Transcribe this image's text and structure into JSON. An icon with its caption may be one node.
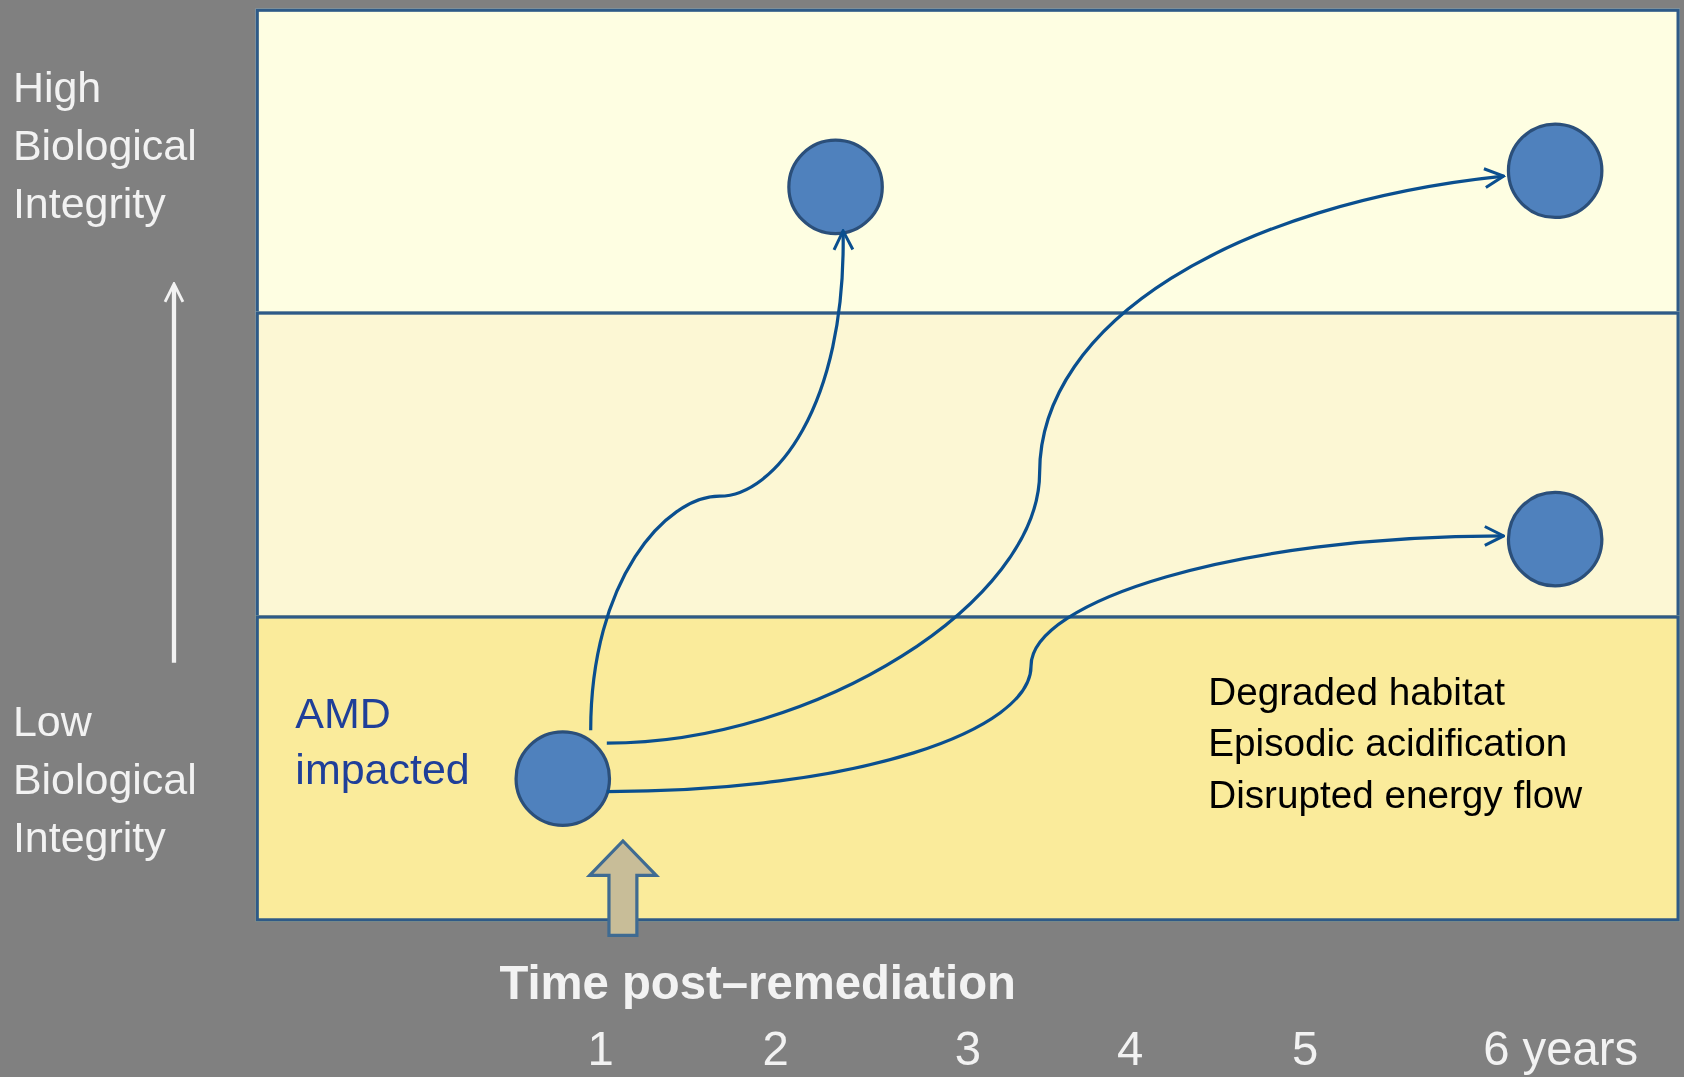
{
  "diagram": {
    "nodes": [
      {
        "text": [],
        "shape": "box"
      },
      {
        "text": [],
        "shape": "circle",
        "in": 0
      },
      {
        "text": [],
        "shape": "circle",
        "in": 0
      },
      {
        "text": [],
        "shape": "box"
      },
      {
        "text": [],
        "shape": "circle",
        "in": 3
      },
      {
        "text": [
          "Degraded habitat Episodic acidification Disrupted energy flow"
        ]
      },
      {
        "text": [],
        "shape": "circle",
        "in": 5,
        "beside": [
          "AMD impacted"
        ]
      }
    ],
    "edges": [
      {
        "from": 6,
        "to": 1,
        "arrow": "to"
      },
      {
        "from": 6,
        "to": 2,
        "arrow": "to"
      },
      {
        "from": 6,
        "to": 4,
        "arrow": "to"
      }
    ],
    "labels": [
      "High Biological Integrity",
      "Low Biological Integrity",
      "Time post–remediation",
      "1",
      "2",
      "3",
      "4",
      "5",
      "6 years"
    ]
  }
}
